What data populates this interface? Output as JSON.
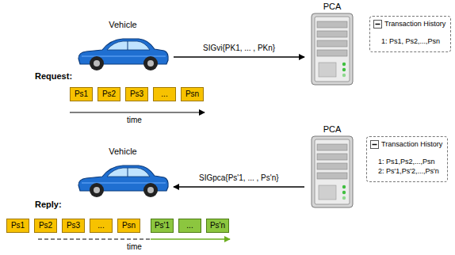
{
  "diagram": {
    "nodes": [
      {
        "text": [
          "Vehicle"
        ]
      },
      {
        "text": [
          "PCA"
        ]
      },
      {
        "text": [
          "Transaction History",
          "1: Ps1, Ps2,...,Psn"
        ]
      },
      {
        "text": [
          "Ps1"
        ]
      },
      {
        "text": [
          "Ps2"
        ]
      },
      {
        "text": [
          "Ps3"
        ]
      },
      {
        "text": [
          "..."
        ]
      },
      {
        "text": [
          "Psn"
        ]
      },
      {
        "text": [
          "PCA"
        ]
      },
      {
        "text": [
          "Vehicle"
        ]
      },
      {
        "text": [
          "Transaction History",
          "1: Ps1,Ps2,...,Psn",
          "2: Ps'1,Ps'2,...,Ps'n"
        ]
      },
      {
        "text": [
          "Ps1"
        ]
      },
      {
        "text": [
          "Ps2"
        ]
      },
      {
        "text": [
          "Ps3"
        ]
      },
      {
        "text": [
          "..."
        ]
      },
      {
        "text": [
          "Psn"
        ]
      },
      {
        "text": [
          "Ps'1"
        ]
      },
      {
        "text": [
          "..."
        ]
      },
      {
        "text": [
          "Ps'n"
        ]
      }
    ],
    "edges": [
      {
        "from": 0,
        "to": 1,
        "label": "SIGvi{PK1, ... , PKn}",
        "arrow": "to"
      },
      {
        "from": 8,
        "to": 9,
        "label": "SIGpca{Ps'1, ... , Ps'n}",
        "arrow": "to"
      }
    ],
    "labels": [
      "Request:",
      "time",
      "Reply:",
      "time"
    ]
  }
}
